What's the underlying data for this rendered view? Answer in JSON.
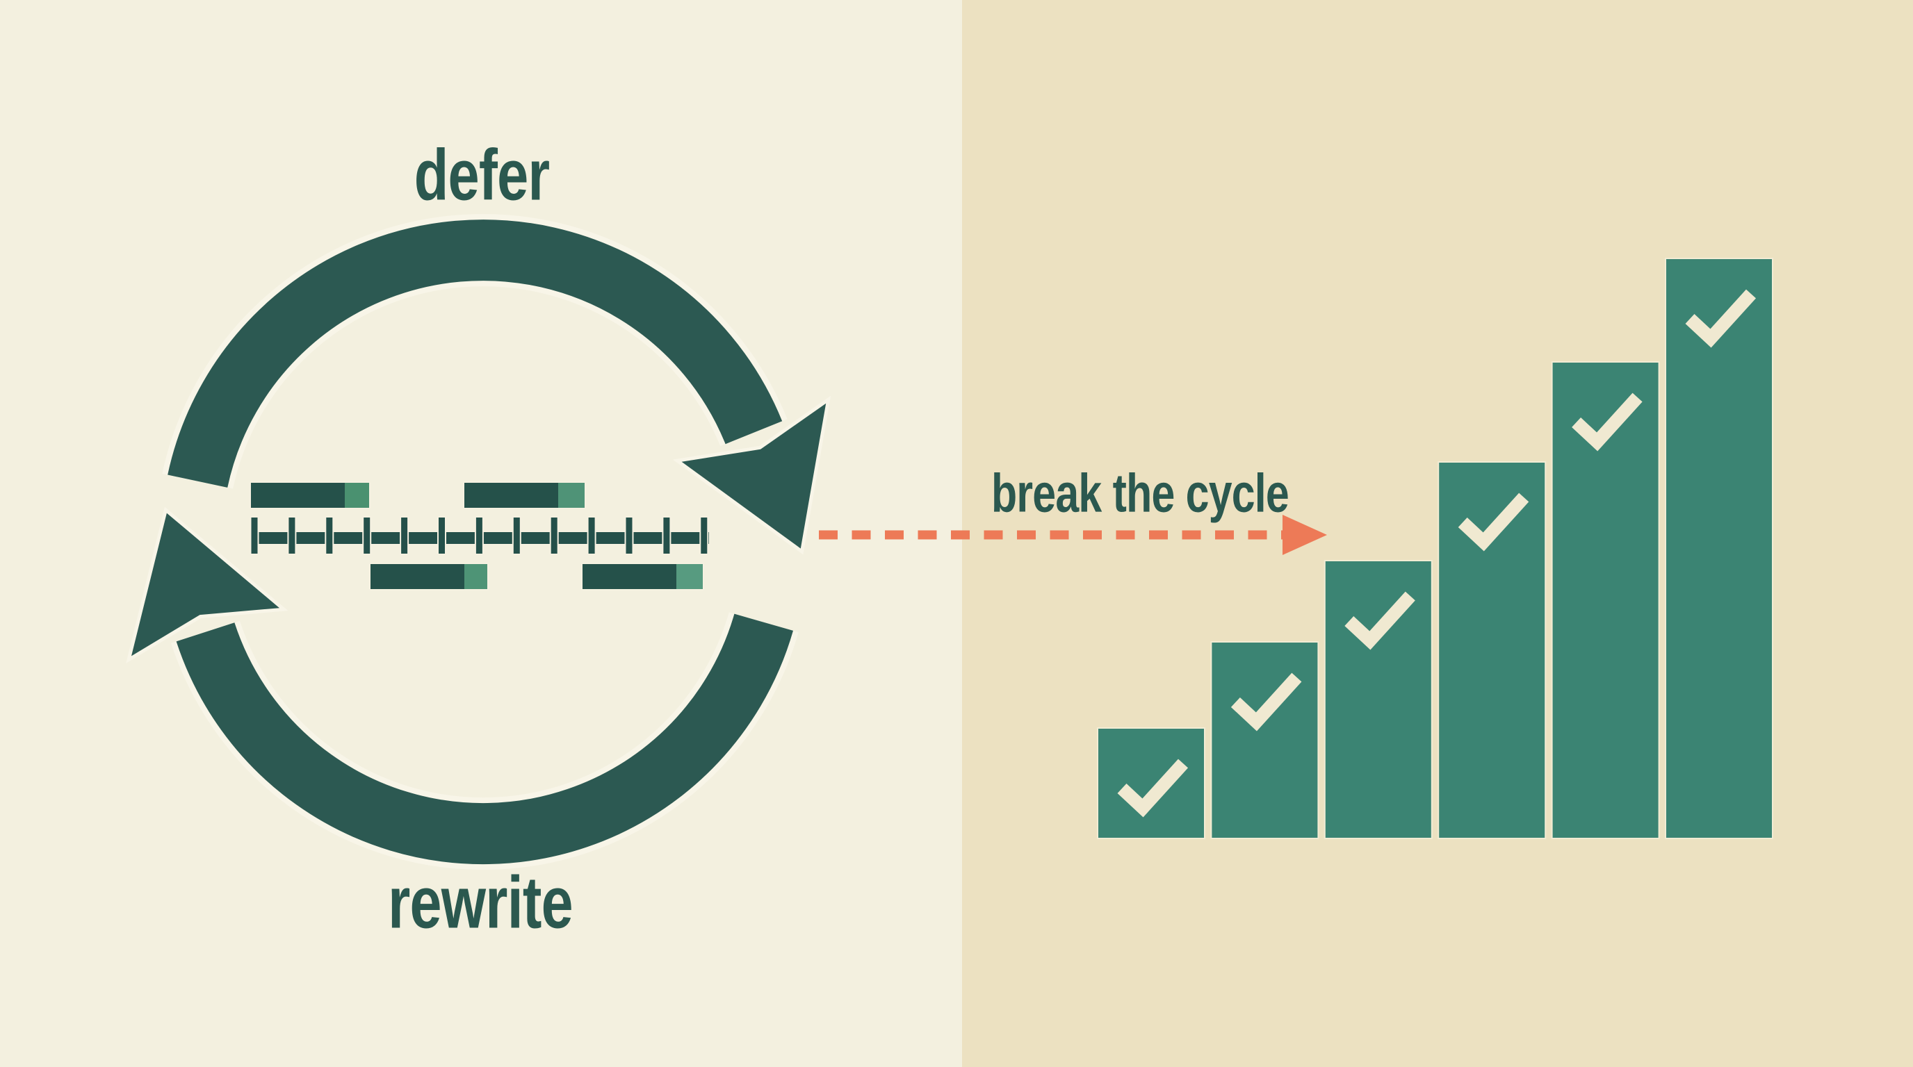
{
  "left_panel": {
    "background": "#f3f0df",
    "label_top": "defer",
    "label_bottom": "rewrite",
    "cycle_icon": {
      "name": "cycle-arrows-clockwise",
      "color": "#2c5952",
      "description": "two thick curved arrows forming a clockwise loop"
    },
    "timeline_icon": {
      "name": "gantt-timeline",
      "bar_color": "#25514a",
      "bar_highlight_color": "#4f9376",
      "tick_count": 13,
      "task_bar_count": 4
    }
  },
  "annotation": {
    "label": "break the cycle",
    "color": "#2b584f",
    "arrow_color": "#ed7a57",
    "arrow_style": "dashed",
    "arrow_direction": "right"
  },
  "right_panel": {
    "background": "#ece1c1"
  },
  "chart_data": {
    "type": "bar",
    "categories": [
      "",
      "",
      "",
      "",
      "",
      ""
    ],
    "values": [
      157,
      281,
      398,
      540,
      684,
      833
    ],
    "value_unit": "relative-height-px",
    "title": "",
    "xlabel": "",
    "ylabel": "",
    "ylim": [
      0,
      860
    ],
    "grid": false,
    "legend": "none",
    "axes_visible": false,
    "bar_color": "#3b8473",
    "bar_outline": "#f2ecd4",
    "marker": "checkmark",
    "marker_color": "#f0e9d1"
  },
  "colors": {
    "dark_teal": "#2c5952",
    "gantt_teal": "#25514a",
    "green_accent": "#4f9376",
    "bar_green": "#3b8473",
    "coral": "#ed7a57",
    "cream": "#f3f0df",
    "beige": "#ece1c1",
    "check_cream": "#f0e9d1",
    "halo": "#f8f5e8"
  }
}
